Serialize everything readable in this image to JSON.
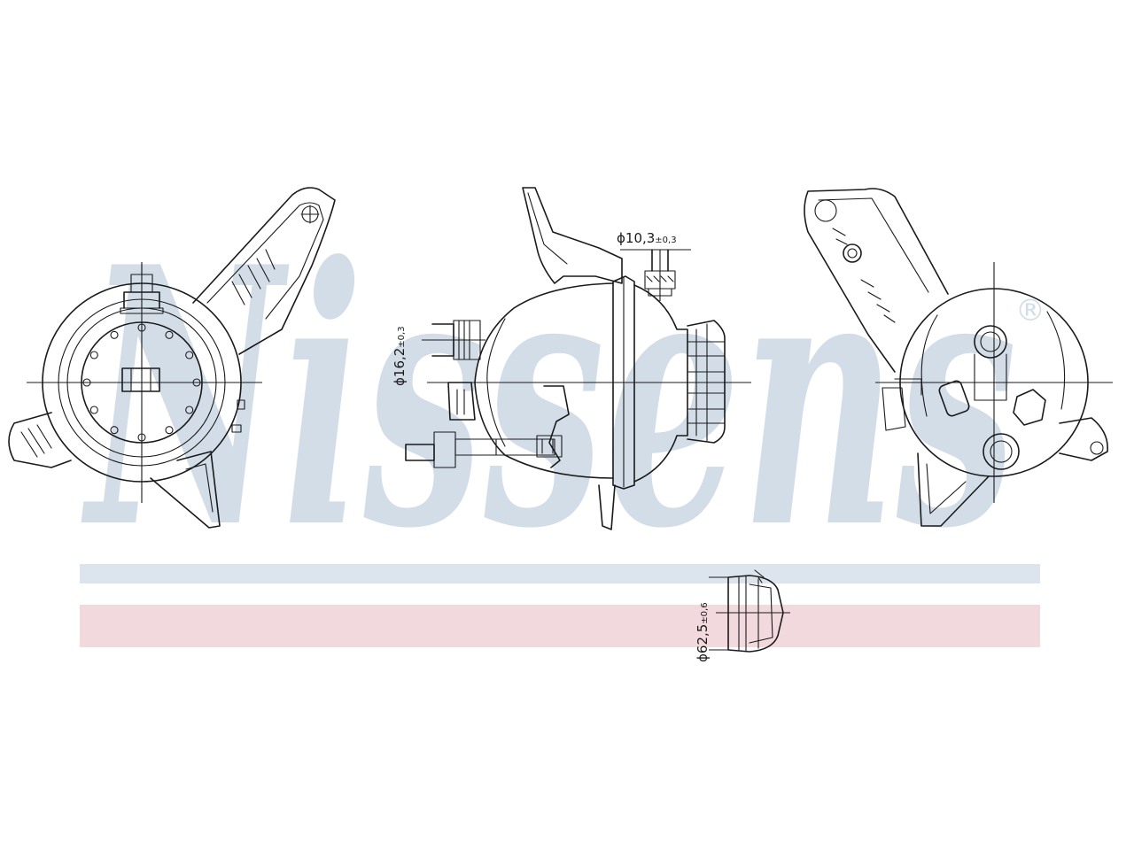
{
  "watermark": {
    "text": "Nissens",
    "registered_mark": "®",
    "color": "#d3dde8"
  },
  "stripes": {
    "top_color": "#dce5ee",
    "bottom_color": "#f2d9de"
  },
  "dimensions": {
    "outlet_diameter": {
      "main": "ϕ10,3",
      "tol": "±0,3"
    },
    "inlet_diameter": {
      "main": "ϕ16,2",
      "tol": "±0,3"
    },
    "cap_diameter": {
      "main": "ϕ62,5",
      "tol": "±0,6"
    }
  }
}
